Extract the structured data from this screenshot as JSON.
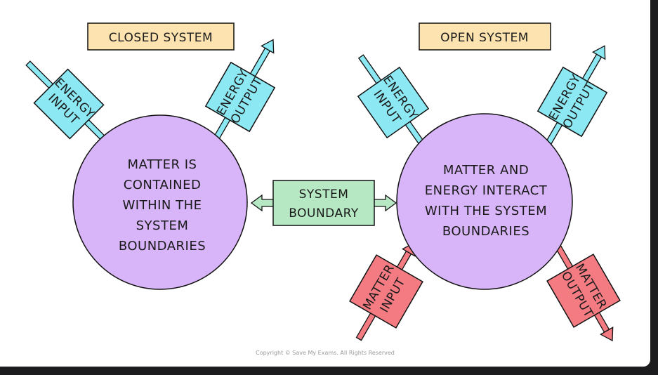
{
  "colors": {
    "title_fill": "#fde3b0",
    "circle_fill": "#d8b4f8",
    "energy_fill": "#8ce8f2",
    "matter_fill": "#f47b82",
    "boundary_fill": "#b7e8c4",
    "outline": "#111111"
  },
  "closed": {
    "title": "CLOSED SYSTEM",
    "circle": [
      "MATTER IS",
      "CONTAINED",
      "WITHIN THE",
      "SYSTEM",
      "BOUNDARIES"
    ],
    "energy_input": [
      "ENERGY",
      "INPUT"
    ],
    "energy_output": [
      "ENERGY",
      "OUTPUT"
    ]
  },
  "open": {
    "title": "OPEN SYSTEM",
    "circle": [
      "MATTER AND",
      "ENERGY INTERACT",
      "WITH THE SYSTEM",
      "BOUNDARIES"
    ],
    "energy_input": [
      "ENERGY",
      "INPUT"
    ],
    "energy_output": [
      "ENERGY",
      "OUTPUT"
    ],
    "matter_input": [
      "MATTER",
      "INPUT"
    ],
    "matter_output": [
      "MATTER",
      "OUTPUT"
    ]
  },
  "boundary": [
    "SYSTEM",
    "BOUNDARY"
  ],
  "copyright": "Copyright © Save My Exams. All Rights Reserved"
}
